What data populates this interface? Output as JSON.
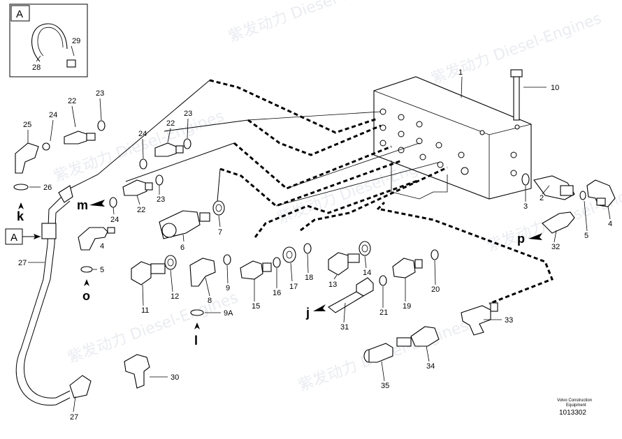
{
  "detail_box": {
    "letter": "A",
    "labels": [
      "28",
      "29"
    ]
  },
  "callouts": {
    "c1": "1",
    "c2": "2",
    "c3": "3",
    "c4": "4",
    "c5a": "5",
    "c5b": "5",
    "c6": "6",
    "c7": "7",
    "c8": "8",
    "c9": "9",
    "c9a": "9A",
    "c10": "10",
    "c11": "11",
    "c12": "12",
    "c13": "13",
    "c14": "14",
    "c15": "15",
    "c16": "16",
    "c17": "17",
    "c18": "18",
    "c19": "19",
    "c20": "20",
    "c21": "21",
    "c22a": "22",
    "c22b": "22",
    "c22c": "22",
    "c23a": "23",
    "c23b": "23",
    "c23c": "23",
    "c24a": "24",
    "c24b": "24",
    "c24c": "24",
    "c25": "25",
    "c26": "26",
    "c27a": "27",
    "c27b": "27",
    "c30": "30",
    "c31": "31",
    "c32": "32",
    "c33": "33",
    "c34": "34",
    "c35": "35"
  },
  "connection_letters": {
    "k": "k",
    "m": "m",
    "o": "o",
    "l": "l",
    "j": "j",
    "p": "p",
    "A": "A"
  },
  "watermark": {
    "text": "紫发动力 Diesel-Engines"
  },
  "footer": {
    "line1": "Volvo Construction",
    "line2": "Equipment",
    "doc_number": "1013302"
  }
}
